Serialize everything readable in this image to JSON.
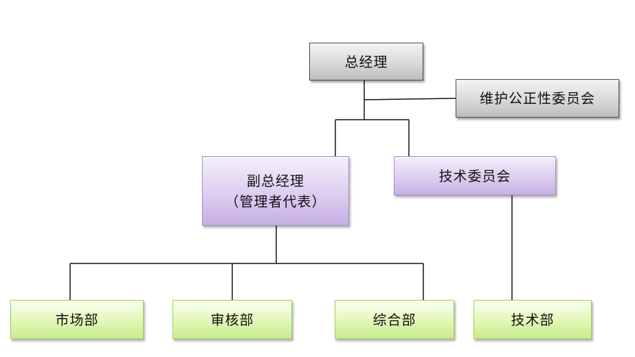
{
  "diagram": {
    "nodes": {
      "general_manager": "总经理",
      "impartiality_committee": "维护公正性委员会",
      "deputy_gm_line1": "副总经理",
      "deputy_gm_line2": "（管理者代表）",
      "tech_committee": "技术委员会",
      "marketing_dept": "市场部",
      "audit_dept": "审核部",
      "general_affairs_dept": "综合部",
      "tech_dept": "技术部"
    },
    "colors": {
      "connector": "#111111",
      "gray_box": "#d9d9d9",
      "purple_box": "#ddcdf0",
      "green_box": "#e1f7b7"
    }
  }
}
